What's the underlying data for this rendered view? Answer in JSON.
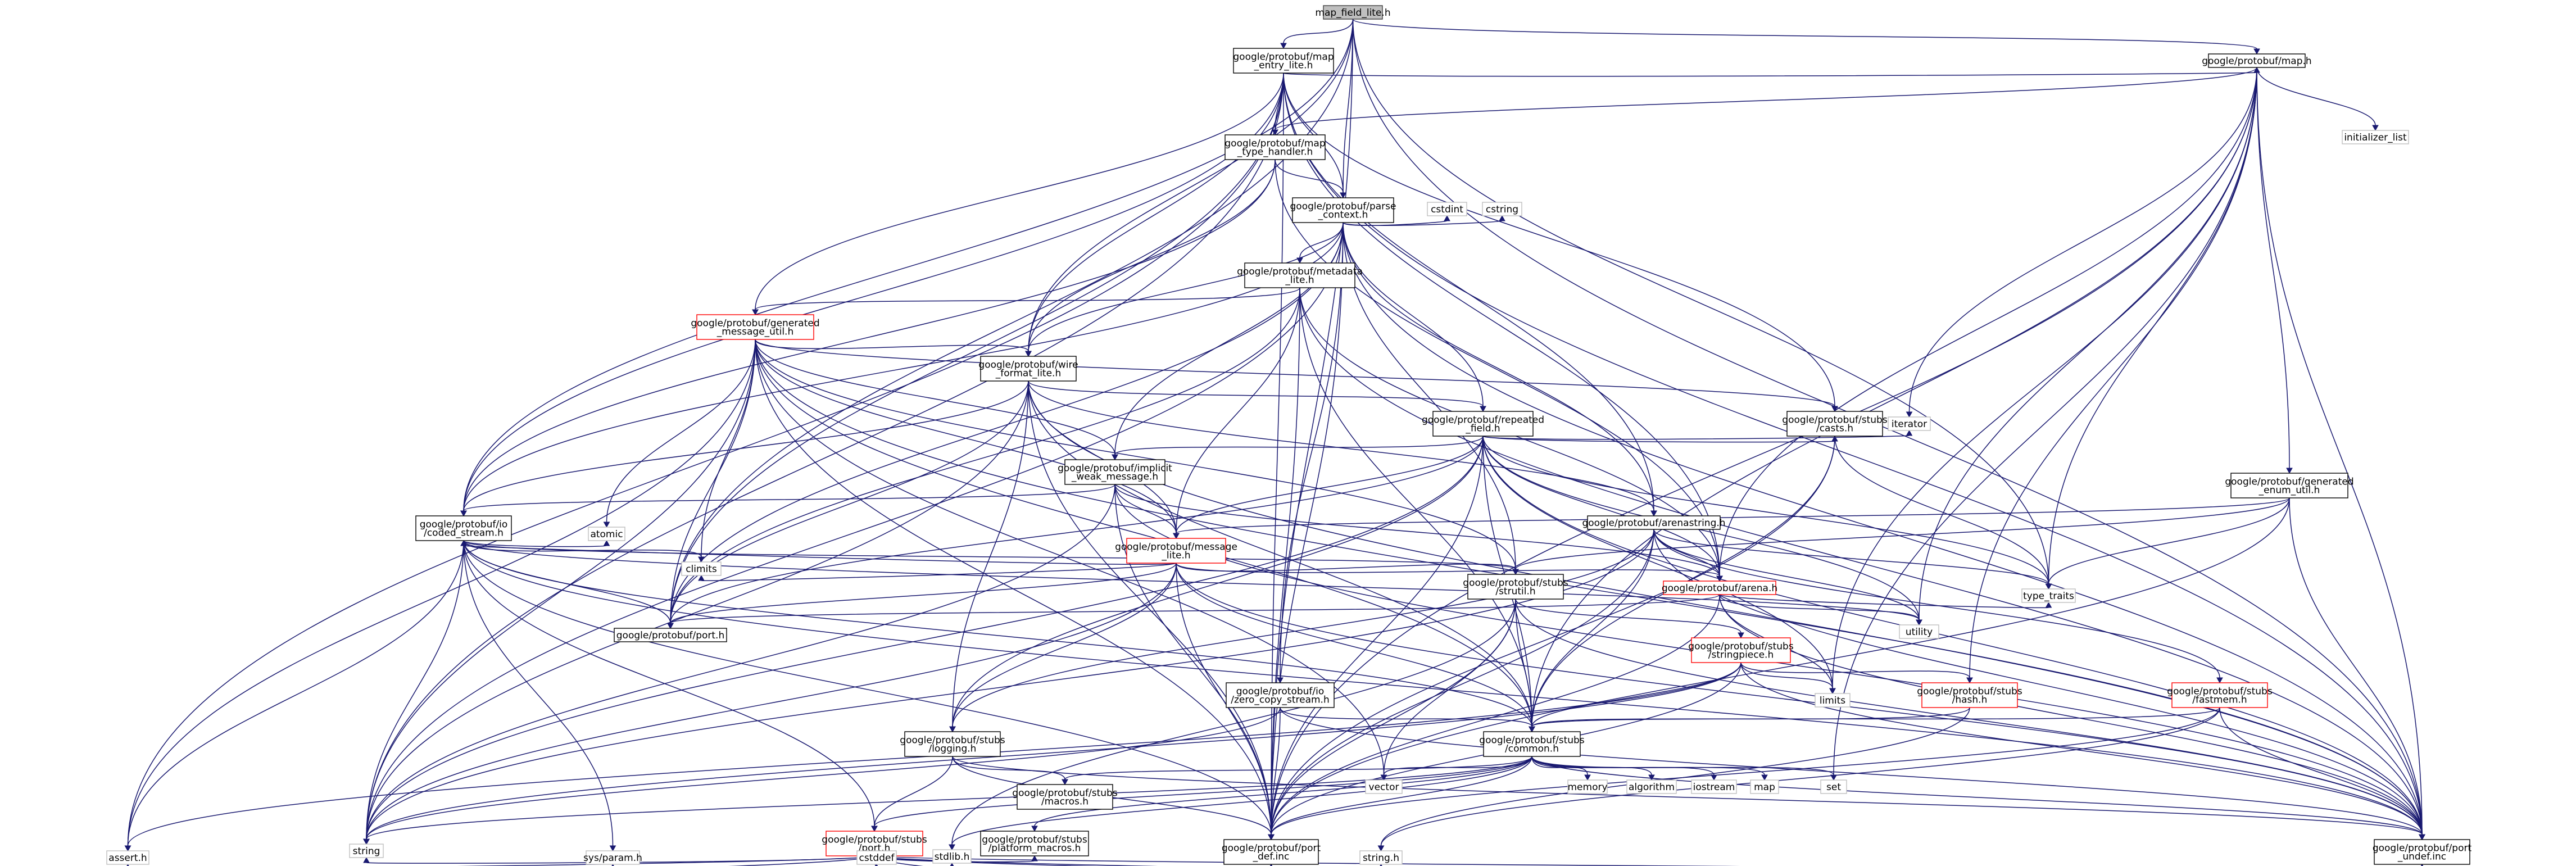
{
  "colors": {
    "edge": "#191970",
    "root_fill": "#bfbfbf",
    "truncated_border": "#ff0000",
    "system_border": "#bfbfbf",
    "node_border": "#000000"
  },
  "nodes": {
    "n_root": [
      "map_field_lite.h"
    ],
    "n_mapentry": [
      "google/protobuf/map",
      "_entry_lite.h"
    ],
    "n_map": [
      "google/protobuf/map.h"
    ],
    "n_maptype": [
      "google/protobuf/map",
      "_type_handler.h"
    ],
    "n_parse": [
      "google/protobuf/parse",
      "_context.h"
    ],
    "n_metadata": [
      "google/protobuf/metadata",
      "_lite.h"
    ],
    "n_genmsg": [
      "google/protobuf/generated",
      "_message_util.h"
    ],
    "n_wire": [
      "google/protobuf/wire",
      "_format_lite.h"
    ],
    "n_repeated": [
      "google/protobuf/repeated",
      "_field.h"
    ],
    "n_implicit": [
      "google/protobuf/implicit",
      "_weak_message.h"
    ],
    "n_coded": [
      "google/protobuf/io",
      "/coded_stream.h"
    ],
    "n_msglite": [
      "google/protobuf/message",
      "_lite.h"
    ],
    "n_arenastr": [
      "google/protobuf/arenastring.h"
    ],
    "n_casts": [
      "google/protobuf/stubs",
      "/casts.h"
    ],
    "n_genenum": [
      "google/protobuf/generated",
      "_enum_util.h"
    ],
    "n_strutil": [
      "google/protobuf/stubs",
      "/strutil.h"
    ],
    "n_arena": [
      "google/protobuf/arena.h"
    ],
    "n_port": [
      "google/protobuf/port.h"
    ],
    "n_stringpiece": [
      "google/protobuf/stubs",
      "/stringpiece.h"
    ],
    "n_zerocopy": [
      "google/protobuf/io",
      "/zero_copy_stream.h"
    ],
    "n_hash": [
      "google/protobuf/stubs",
      "/hash.h"
    ],
    "n_fastmem": [
      "google/protobuf/stubs",
      "/fastmem.h"
    ],
    "n_logging": [
      "google/protobuf/stubs",
      "/logging.h"
    ],
    "n_common": [
      "google/protobuf/stubs",
      "/common.h"
    ],
    "n_macros": [
      "google/protobuf/stubs",
      "/macros.h"
    ],
    "n_stubport": [
      "google/protobuf/stubs",
      "/port.h"
    ],
    "n_platform": [
      "google/protobuf/stubs",
      "/platform_macros.h"
    ],
    "n_portdef": [
      "google/protobuf/port",
      "_def.inc"
    ],
    "n_portundef": [
      "google/protobuf/port",
      "_undef.inc"
    ],
    "n_initlist": [
      "initializer_list"
    ],
    "n_cstdint": [
      "cstdint"
    ],
    "n_cstring": [
      "cstring"
    ],
    "n_iterator": [
      "iterator"
    ],
    "n_atomic": [
      "atomic"
    ],
    "n_climits": [
      "climits"
    ],
    "n_typetraits": [
      "type_traits"
    ],
    "n_utility": [
      "utility"
    ],
    "n_limits": [
      "limits"
    ],
    "n_vector": [
      "vector"
    ],
    "n_memory": [
      "memory"
    ],
    "n_algorithm": [
      "algorithm"
    ],
    "n_iostream": [
      "iostream"
    ],
    "n_mapstd": [
      "map"
    ],
    "n_set": [
      "set"
    ],
    "n_cstddef": [
      "cstddef"
    ],
    "n_stdlib": [
      "stdlib.h"
    ],
    "n_sysparam": [
      "sys/param.h"
    ],
    "n_assert": [
      "assert.h"
    ],
    "n_string": [
      "string"
    ],
    "n_stringh": [
      "string.h"
    ]
  }
}
